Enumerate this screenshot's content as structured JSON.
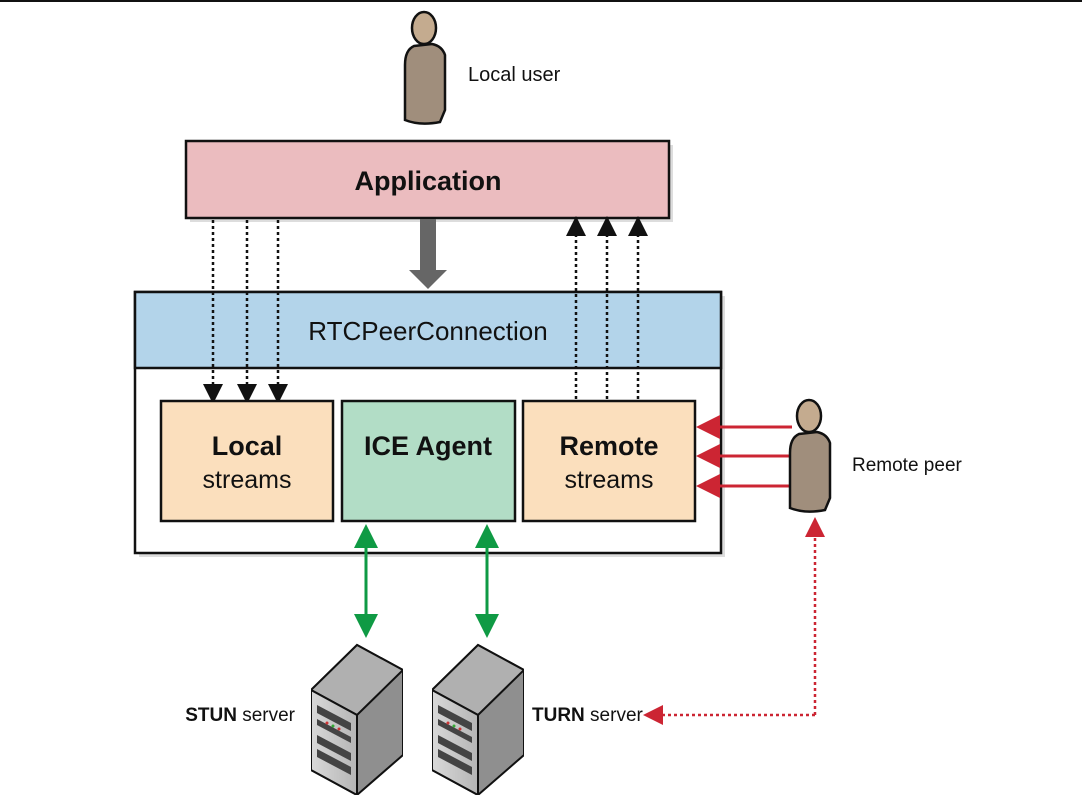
{
  "labels": {
    "local_user": "Local user",
    "application": "Application",
    "rtc": "RTCPeerConnection",
    "local_streams_1": "Local",
    "local_streams_2": "streams",
    "ice_agent": "ICE Agent",
    "remote_streams_1": "Remote",
    "remote_streams_2": "streams",
    "remote_peer": "Remote peer",
    "stun_bold": "STUN",
    "stun_rest": " server",
    "turn_bold": "TURN",
    "turn_rest": " server"
  },
  "colors": {
    "application": "#ebbcbf",
    "rtc_header": "#b3d4ea",
    "streams": "#fbdfbd",
    "ice_agent": "#b2ddc6",
    "green_arrow": "#0f9a44",
    "red_arrow": "#cc2533",
    "person": "#a08e7c",
    "person_head": "#c4ab8f"
  },
  "icons": [
    "person-icon",
    "server-icon"
  ]
}
